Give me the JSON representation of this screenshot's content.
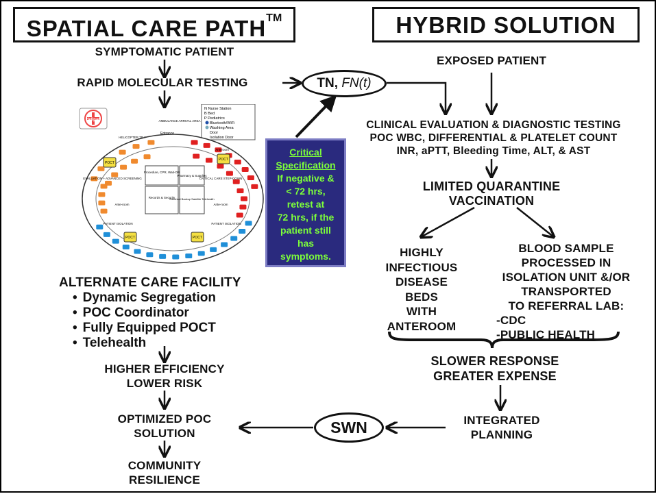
{
  "left": {
    "title": "SPATIAL CARE PATH",
    "title_mark": "TM",
    "symptomatic": "SYMPTOMATIC PATIENT",
    "rapid_testing": "RAPID MOLECULAR TESTING",
    "facility_title": "ALTERNATE CARE FACILITY",
    "facility_items": [
      "Dynamic Segregation",
      "POC Coordinator",
      "Fully Equipped POCT",
      "Telehealth"
    ],
    "efficiency_1": "HIGHER EFFICIENCY",
    "efficiency_2": "LOWER RISK",
    "optimized_1": "OPTIMIZED POC",
    "optimized_2": "SOLUTION",
    "resilience_1": "COMMUNITY",
    "resilience_2": "RESILIENCE"
  },
  "center": {
    "tn": "TN, ",
    "fn": "FN(t)",
    "swn": "SWN",
    "spec_lines": [
      "Critical",
      "Specification",
      "If negative &",
      "< 72 hrs,",
      "retest at",
      "72 hrs, if the",
      "patient still",
      "has",
      "symptoms."
    ]
  },
  "right": {
    "title": "HYBRID SOLUTION",
    "exposed": "EXPOSED PATIENT",
    "clinical_1": "CLINICAL EVALUATION & DIAGNOSTIC TESTING",
    "clinical_2": "POC WBC, DIFFERENTIAL & PLATELET COUNT",
    "clinical_3": "INR, aPTT, Bleeding Time, ALT, & AST",
    "quarantine_1": "LIMITED QUARANTINE",
    "quarantine_2": "VACCINATION",
    "beds": [
      "HIGHLY",
      "INFECTIOUS",
      "DISEASE",
      "BEDS",
      "WITH",
      "ANTEROOM"
    ],
    "blood": [
      "BLOOD SAMPLE",
      "PROCESSED IN",
      "ISOLATION UNIT &/OR",
      "TRANSPORTED",
      "TO REFERRAL LAB:",
      "-CDC",
      "-PUBLIC HEALTH"
    ],
    "slower_1": "SLOWER RESPONSE",
    "slower_2": "GREATER EXPENSE",
    "integrated_1": "INTEGRATED",
    "integrated_2": "PLANNING"
  },
  "floorplan": {
    "helipad": "Helipad",
    "helicopter": "HELICOPTER TRANSPORT",
    "ambulance": "AMBULANCE ARRIVAL AREA",
    "entrance": "Entrance",
    "evaluation": "EVALUATION + ADVANCED SCREENING",
    "critical": "CRITICAL CARE STEP-DOWN",
    "procedure": "Procedure, CPR, Wait-OR",
    "pharmacy": "Pharmacy & Supplies",
    "records": "Records & Security",
    "electrical": "Electrical Backup Satellite Telehealth",
    "patient_iso": "PATIENT ISOLATION",
    "anteroom": "Anteroom",
    "anteroom2": "Ante-room",
    "poct": "POCT",
    "legend": [
      "N  Nurse Station",
      "B  Bed",
      "P  Pediatrics",
      "Bluetooth/WiFi",
      "Washing Area",
      "Door",
      "Isolation Door"
    ]
  },
  "colors": {
    "spec_bg": "#2a2a7e",
    "spec_text": "#7dff3a",
    "red_bed": "#e02020",
    "orange_bed": "#f08a2e",
    "blue_bed": "#1f8fd8",
    "poct_yellow": "#f5e042"
  }
}
